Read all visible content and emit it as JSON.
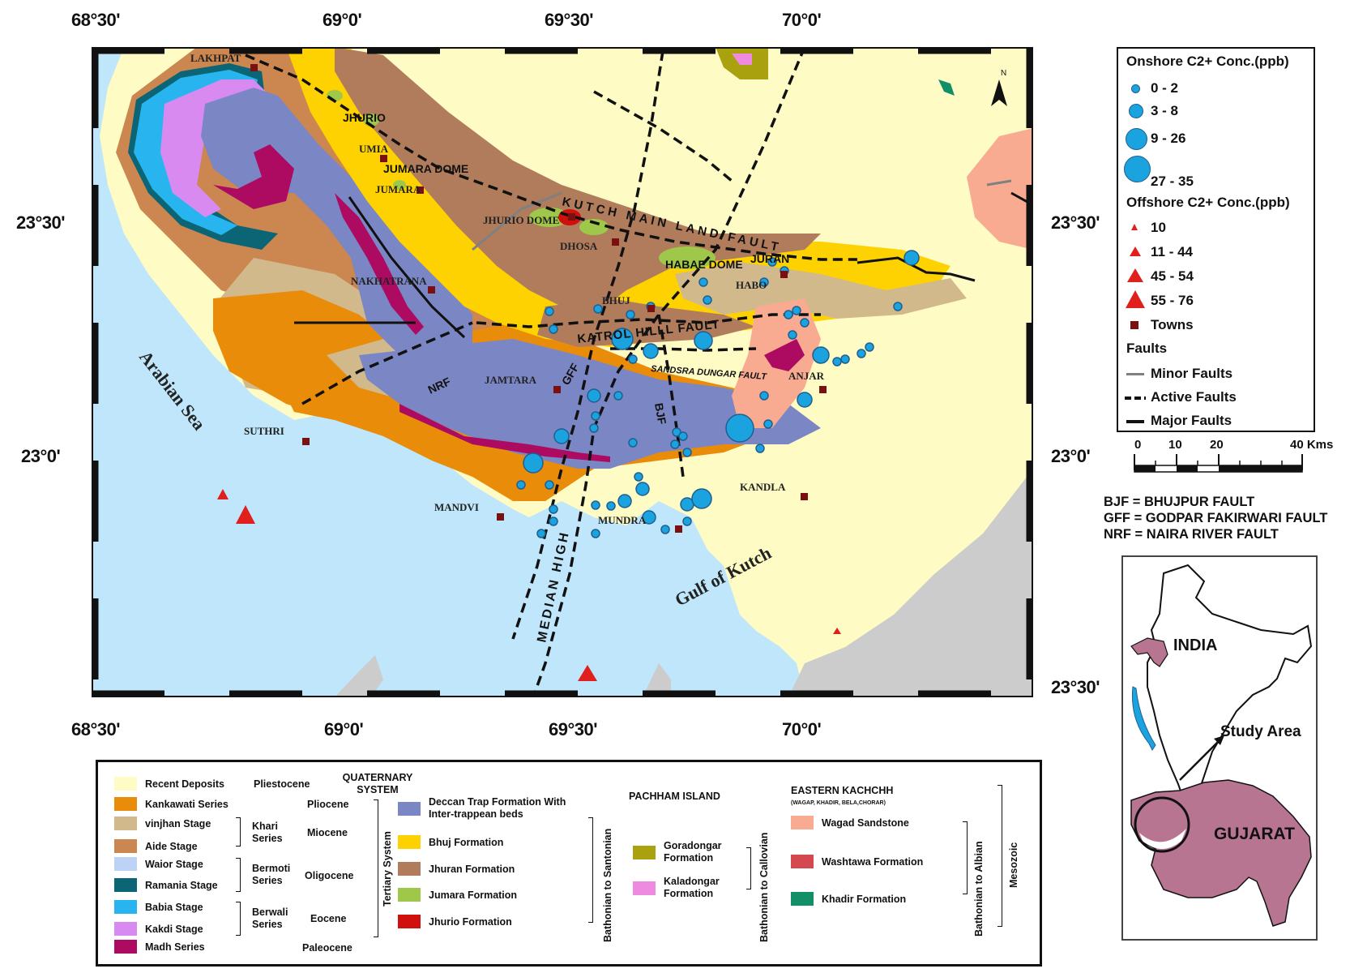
{
  "axes": {
    "top_ticks": [
      "68°30'",
      "69°0'",
      "69°30'",
      "70°0'"
    ],
    "bottom_ticks": [
      "68°30'",
      "69°0'",
      "69°30'",
      "70°0'"
    ],
    "left_ticks": [
      "23°30'",
      "23°0'"
    ],
    "right_ticks": [
      "23°30'",
      "23°0'",
      "23°30'"
    ]
  },
  "map": {
    "north_arrow": "N",
    "water_labels": [
      "Arabian Sea",
      "Gulf of Kutch"
    ],
    "structure_labels": [
      "MEDIAN HIGH",
      "KUTCH MAIN LAND FAULT",
      "KATROL HILLL FAULT",
      "SANDSRA DUNGAR FAULT",
      "NRF",
      "GFF",
      "BJF"
    ],
    "towns": [
      "LAKHPAT",
      "JHURIO",
      "UMIA",
      "JUMARA DOME",
      "JUMARA",
      "JHURIO DOME",
      "DHOSA",
      "HABAE DOME",
      "JURAN",
      "HABO",
      "NAKHATRANA",
      "BHUJ",
      "JAMTARA",
      "ANJAR",
      "SUTHRI",
      "MANDVI",
      "MUNDRA",
      "KANDLA"
    ]
  },
  "legend": {
    "onshore_title": "Onshore C2+ Conc.(ppb)",
    "onshore_classes": [
      "0 - 2",
      "3 - 8",
      "9 - 26",
      "27 - 35"
    ],
    "offshore_title": "Offshore C2+ Conc.(ppb)",
    "offshore_classes": [
      "10",
      "11 - 44",
      "45 - 54",
      "55 - 76"
    ],
    "towns_label": "Towns",
    "faults_title": "Faults",
    "fault_types": [
      "Minor Faults",
      "Active Faults",
      "Major Faults"
    ],
    "colors": {
      "onshore": "#1ba3df",
      "offshore": "#e0201c",
      "towns": "#7a1010"
    }
  },
  "scale_bar": {
    "labels": [
      "0",
      "10",
      "20",
      "40 Kms"
    ]
  },
  "abbreviations": [
    "BJF = BHUJPUR FAULT",
    "GFF = GODPAR FAKIRWARI FAULT",
    "NRF = NAIRA RIVER FAULT"
  ],
  "inset": {
    "country": "INDIA",
    "state": "GUJARAT",
    "pointer": "Study Area"
  },
  "geology_legend": {
    "col1": [
      {
        "label": "Recent Deposits",
        "color": "#fefbc4"
      },
      {
        "label": "Kankawati Series",
        "color": "#e98c0a"
      },
      {
        "label": "vinjhan Stage",
        "color": "#d2b98c"
      },
      {
        "label": "Aide Stage",
        "color": "#cc8650"
      },
      {
        "label": "Waior Stage",
        "color": "#bcd3f5"
      },
      {
        "label": "Ramania Stage",
        "color": "#0b6575"
      },
      {
        "label": "Babia Stage",
        "color": "#28b5ef"
      },
      {
        "label": "Kakdi Stage",
        "color": "#d98af0"
      },
      {
        "label": "Madh Series",
        "color": "#ad0a62"
      }
    ],
    "series": [
      "Khari Series",
      "Bermoti Series",
      "Berwali Series"
    ],
    "epochs": [
      "Pliestocene",
      "Pliocene",
      "Miocene",
      "Oligocene",
      "Eocene",
      "Paleocene"
    ],
    "quaternary": "QUATERNARY SYSTEM",
    "tertiary": "Tertiary System",
    "col2": [
      {
        "label": "Deccan Trap Formation With Inter-trappean beds",
        "color": "#7b86c4"
      },
      {
        "label": "Bhuj Formation",
        "color": "#fdd200"
      },
      {
        "label": "Jhuran Formation",
        "color": "#b07c5c"
      },
      {
        "label": "Jumara Formation",
        "color": "#9fc84a"
      },
      {
        "label": "Jhurio Formation",
        "color": "#d0100c"
      }
    ],
    "col2_age": "Bathonian to Santonian",
    "pachham_title": "PACHHAM ISLAND",
    "pachham": [
      {
        "label": "Goradongar Formation",
        "color": "#a9a20e"
      },
      {
        "label": "Kaladongar Formation",
        "color": "#ee8ae0"
      }
    ],
    "pachham_age": "Bathonian to Callovian",
    "eastern_title": "EASTERN KACHCHH",
    "eastern_sub": "(WAGAP, KHADIR, BELA,CHORAR)",
    "eastern": [
      {
        "label": "Wagad Sandstone",
        "color": "#f8ab90"
      },
      {
        "label": "Washtawa Formation",
        "color": "#d44850"
      },
      {
        "label": "Khadir Formation",
        "color": "#138f68"
      }
    ],
    "eastern_age": "Bathonian to Albian",
    "era": "Mesozoic"
  }
}
